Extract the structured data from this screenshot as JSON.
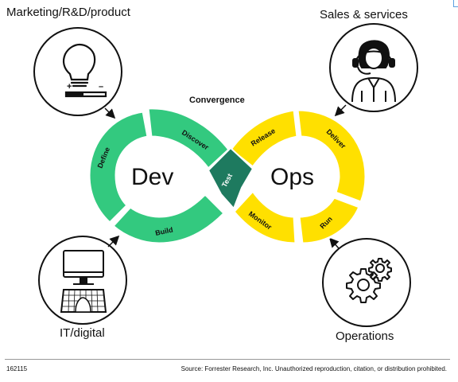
{
  "corners": {
    "marketing": "Marketing/R&D/product",
    "sales": "Sales & services",
    "it": "IT/digital",
    "operations": "Operations"
  },
  "center": {
    "convergence": "Convergence",
    "dev": "Dev",
    "ops": "Ops"
  },
  "dev_segments": [
    "Define",
    "Discover",
    "Build"
  ],
  "ops_segments": [
    "Release",
    "Deliver",
    "Run",
    "Monitor"
  ],
  "test_label": "Test",
  "icon_signs": {
    "plus": "+",
    "minus": "–"
  },
  "footer": {
    "id": "162115",
    "source": "Source: Forrester Research, Inc. Unauthorized reproduction, citation, or distribution prohibited."
  },
  "colors": {
    "dev_green": "#33c97f",
    "ops_yellow": "#ffe000",
    "test_dark": "#1e7a5f"
  }
}
